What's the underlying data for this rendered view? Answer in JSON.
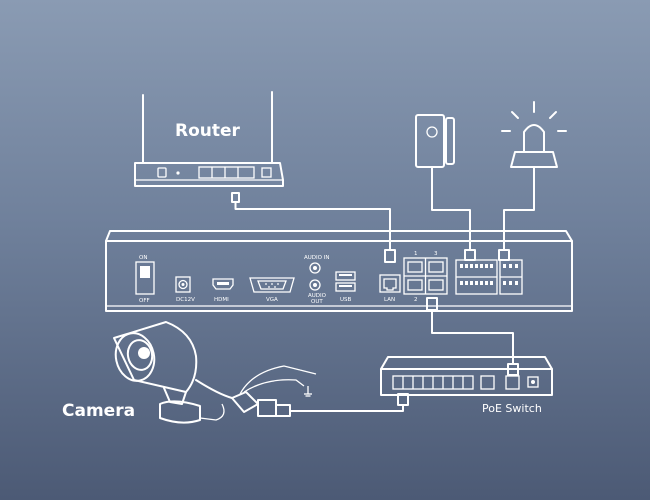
{
  "labels": {
    "router": "Router",
    "camera": "Camera",
    "poe_switch": "PoE Switch"
  },
  "nvr_panel": {
    "power_on": "ON",
    "power_off": "OFF",
    "dc": "DC12V",
    "hdmi": "HDMI",
    "vga": "VGA",
    "audio_in": "AUDIO IN",
    "audio_out_line1": "AUDIO",
    "audio_out_line2": "OUT",
    "usb": "USB",
    "lan": "LAN",
    "poe_port_1": "1",
    "poe_port_3": "3",
    "poe_port_2": "2"
  },
  "colors": {
    "line": "#ffffff",
    "background_top": "#8a9bb3",
    "background_bottom": "#4c5a75"
  },
  "icons": [
    "router-icon",
    "nvr-icon",
    "door-sensor-icon",
    "alarm-light-icon",
    "camera-icon",
    "poe-switch-icon",
    "cable-icon"
  ]
}
